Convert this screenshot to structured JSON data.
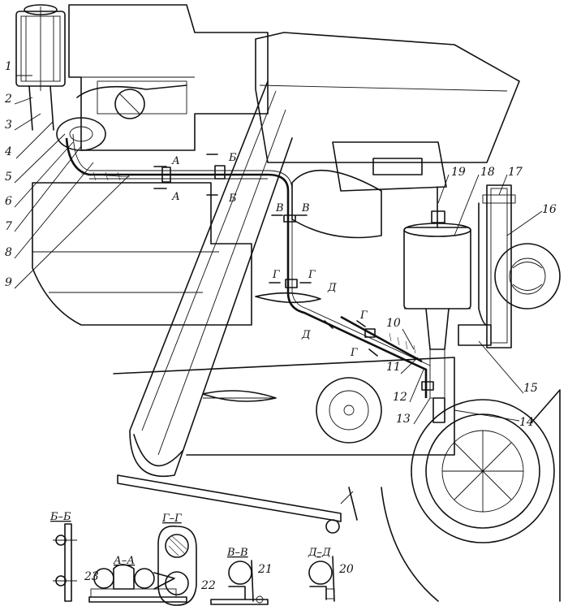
{
  "callouts": [
    "1",
    "2",
    "3",
    "4",
    "5",
    "6",
    "7",
    "8",
    "9",
    "10",
    "11",
    "12",
    "13",
    "14",
    "15",
    "16",
    "17",
    "18",
    "19",
    "20",
    "21",
    "22",
    "23"
  ],
  "section_marks": {
    "a": "А",
    "b": "Б",
    "v": "В",
    "g": "Г",
    "d": "Д"
  },
  "section_views": {
    "bb": "Б–Б",
    "aa": "А–А",
    "gg": "Г–Г",
    "vv": "В–В",
    "dd": "Д–Д"
  }
}
